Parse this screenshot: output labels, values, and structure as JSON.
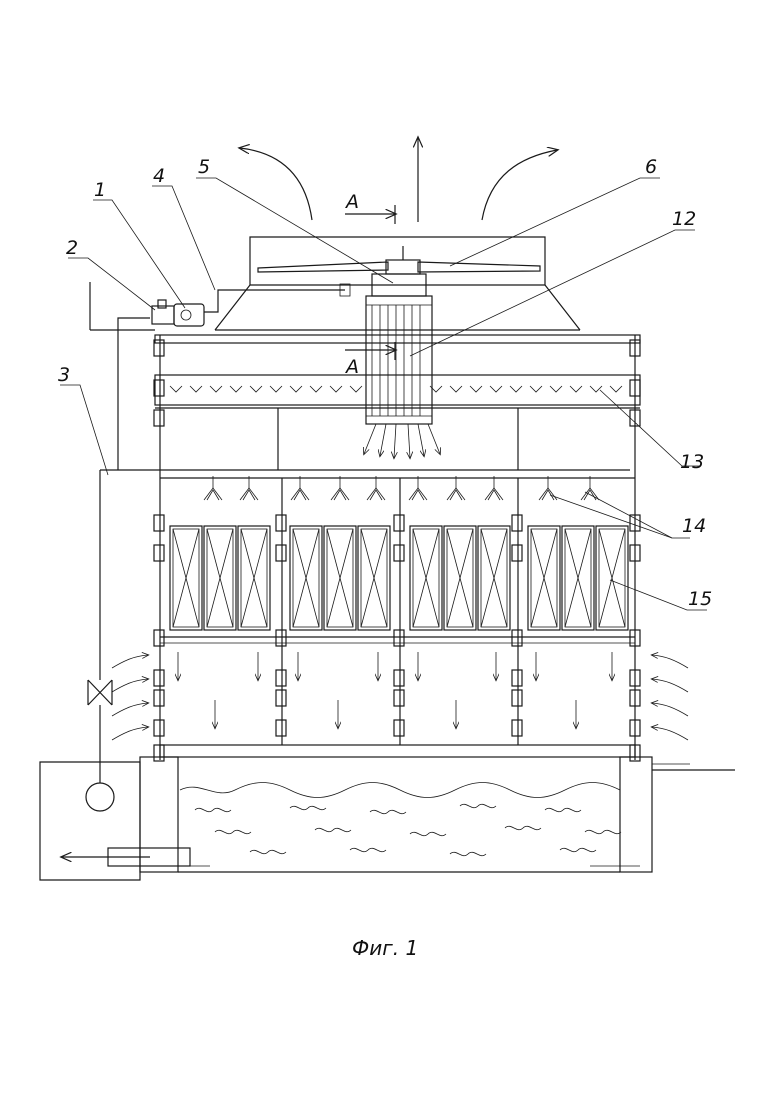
{
  "figure": {
    "caption": "Фиг. 1",
    "labels": {
      "l1": "1",
      "l2": "2",
      "l3": "3",
      "l4": "4",
      "l5": "5",
      "l6": "6",
      "l12": "12",
      "l13": "13",
      "l14": "14",
      "l15": "15"
    },
    "section_mark": "A"
  }
}
